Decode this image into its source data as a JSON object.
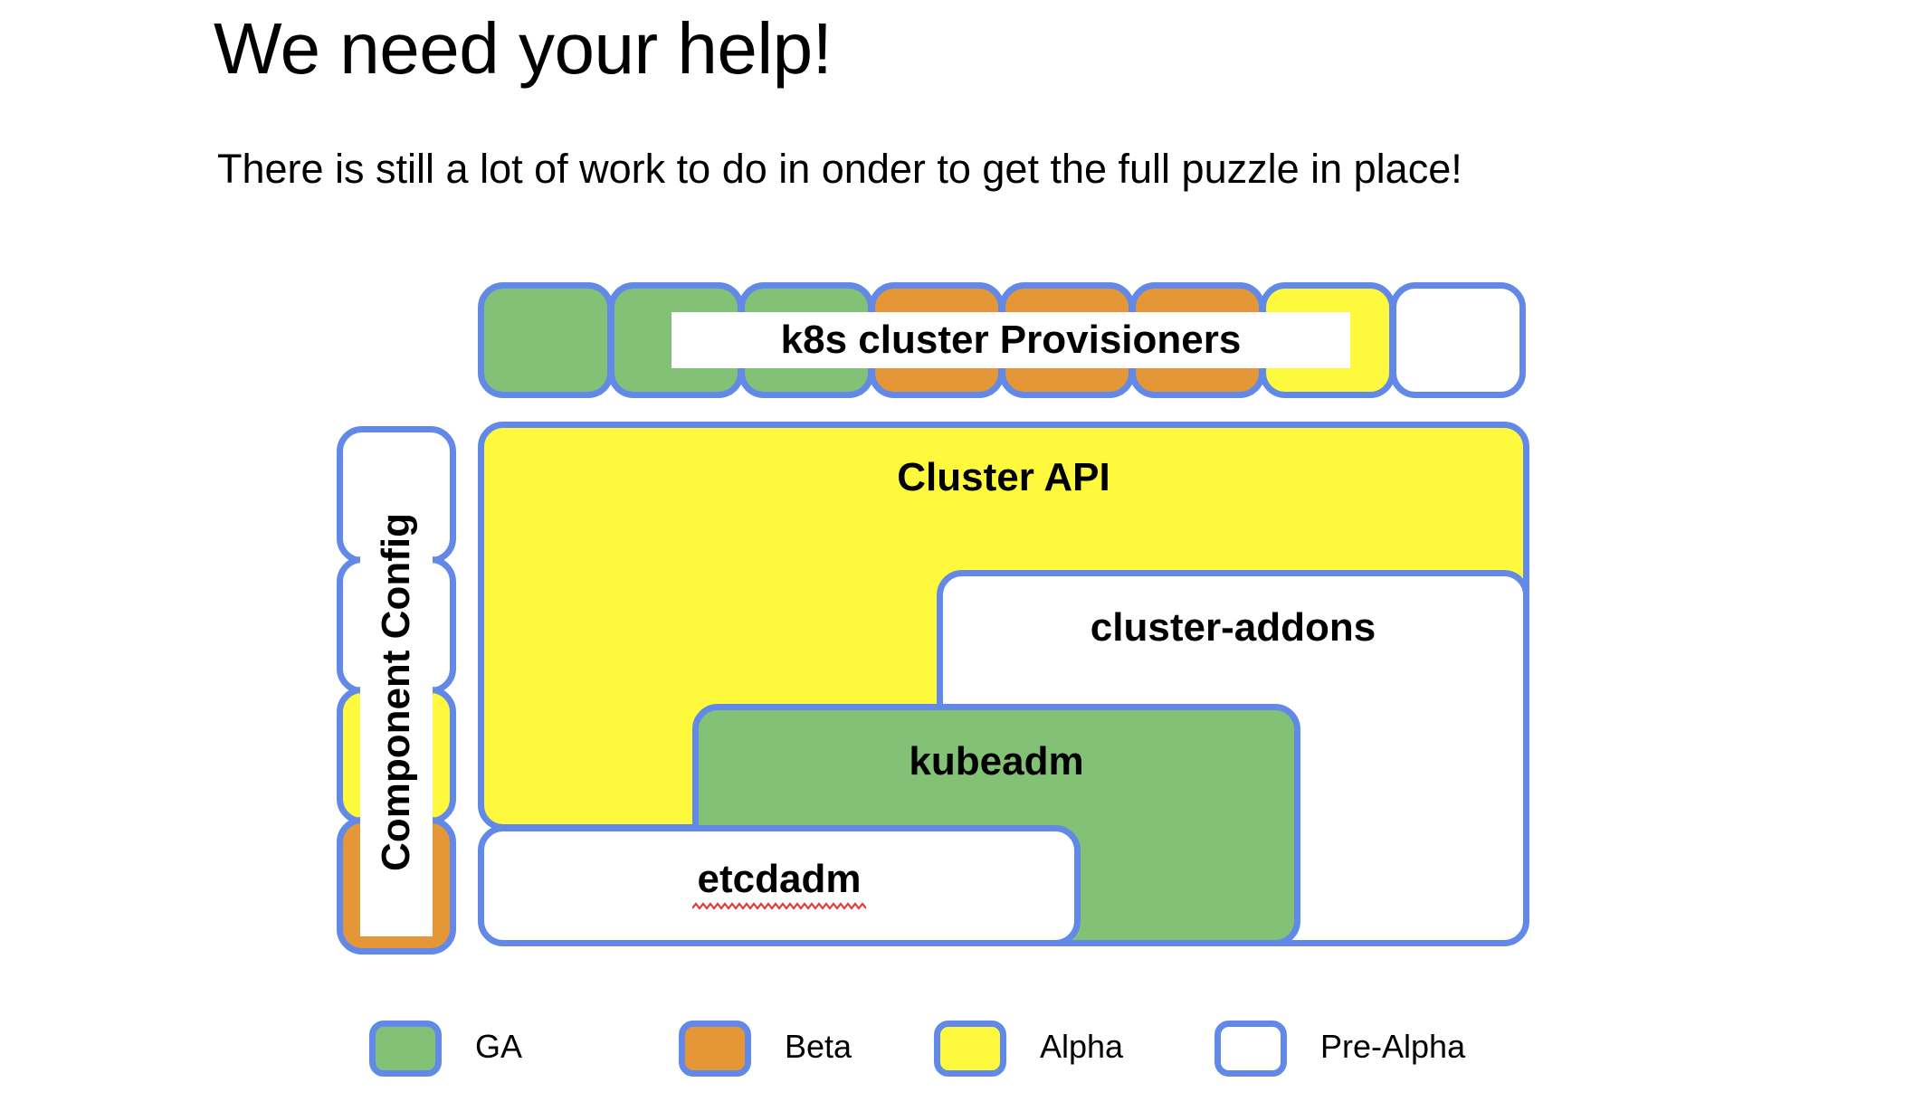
{
  "slide": {
    "title": "We need your help!",
    "subtitle": "There is still a lot of work to do in onder to get the full puzzle in place!"
  },
  "colors": {
    "border": "#6289e8",
    "ga": "#82c176",
    "beta": "#e59636",
    "alpha": "#fff93e",
    "prealpha": "#ffffff",
    "squiggle": "#e03b3b"
  },
  "provisioners": {
    "caption": "k8s cluster Provisioners",
    "cells": [
      {
        "maturity": "GA"
      },
      {
        "maturity": "GA"
      },
      {
        "maturity": "GA"
      },
      {
        "maturity": "Beta"
      },
      {
        "maturity": "Beta"
      },
      {
        "maturity": "Beta"
      },
      {
        "maturity": "Alpha"
      },
      {
        "maturity": "Pre-Alpha"
      }
    ]
  },
  "component_config": {
    "label": "Component Config",
    "cells": [
      {
        "maturity": "Pre-Alpha"
      },
      {
        "maturity": "Pre-Alpha"
      },
      {
        "maturity": "Alpha"
      },
      {
        "maturity": "Beta"
      }
    ]
  },
  "diagram": {
    "cluster_api": {
      "label": "Cluster API",
      "maturity": "Alpha"
    },
    "cluster_addons": {
      "label": "cluster-addons",
      "maturity": "Pre-Alpha"
    },
    "kubeadm": {
      "label": "kubeadm",
      "maturity": "GA"
    },
    "etcdadm": {
      "label": "etcdadm",
      "maturity": "Pre-Alpha",
      "spellcheck_underline": true
    }
  },
  "legend": {
    "items": [
      {
        "label": "GA",
        "maturity": "GA"
      },
      {
        "label": "Beta",
        "maturity": "Beta"
      },
      {
        "label": "Alpha",
        "maturity": "Alpha"
      },
      {
        "label": "Pre-Alpha",
        "maturity": "Pre-Alpha"
      }
    ]
  }
}
